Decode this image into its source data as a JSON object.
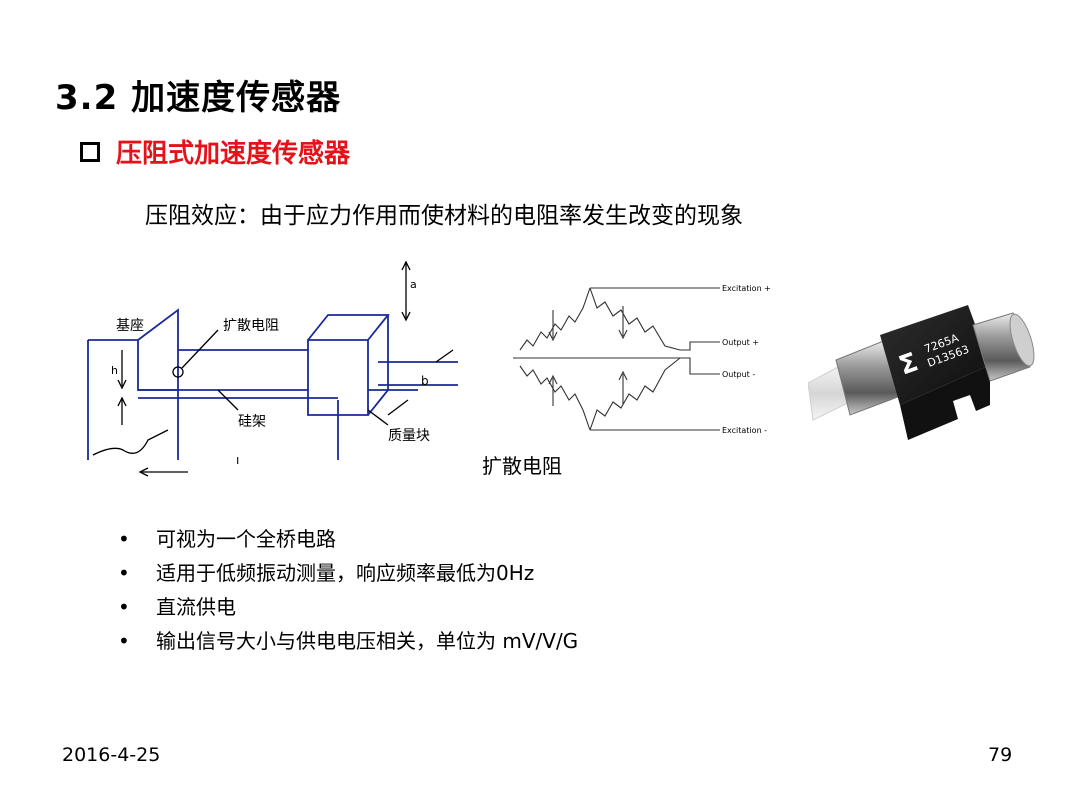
{
  "slide": {
    "title": "3.2 加速度传感器",
    "subtitle": "压阻式加速度传感器",
    "definition": "压阻效应：由于应力作用而使材料的电阻率发生改变的现象",
    "diagram": {
      "base_label": "基座",
      "resistor_label": "扩散电阻",
      "beam_label": "硅架",
      "mass_label": "质量块",
      "h_label": "h",
      "a_label": "a",
      "b_label": "b",
      "small_mark": "ı"
    },
    "bridge": {
      "excitation_plus": "Excitation +",
      "output_plus": "Output +",
      "output_minus": "Output -",
      "excitation_minus": "Excitation -",
      "caption": "扩散电阻"
    },
    "sensor_photo": {
      "logo": "Σ",
      "model": "7265A",
      "serial": "D13563"
    },
    "bullets": [
      "可视为一个全桥电路",
      "适用于低频振动测量，响应频率最低为0Hz",
      "直流供电",
      "输出信号大小与供电电压相关，单位为 mV/V/G"
    ],
    "bullet_symbol": "•",
    "footer": {
      "date": "2016-4-25",
      "page": "79"
    }
  }
}
